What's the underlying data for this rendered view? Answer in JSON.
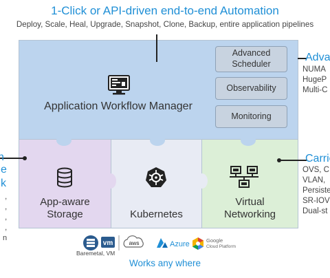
{
  "header": {
    "title": "1-Click or API-driven end-to-end Automation",
    "subtitle": "Deploy, Scale, Heal, Upgrade, Snapshot, Clone, Backup, entire application pipelines"
  },
  "workflow": {
    "label": "Application Workflow Manager",
    "buttons": {
      "advanced_scheduler": "Advanced Scheduler",
      "observability": "Observability",
      "monitoring": "Monitoring"
    }
  },
  "layers": {
    "storage": {
      "line1": "App-aware",
      "line2": "Storage"
    },
    "kubernetes": {
      "label": "Kubernetes"
    },
    "networking": {
      "line1": "Virtual",
      "line2": "Networking"
    }
  },
  "right_annotations": {
    "scheduler": {
      "title": "Adva",
      "lines": [
        "NUMA",
        "HugeP",
        "Multi-C"
      ]
    },
    "carrier": {
      "title": "Carrie",
      "lines": [
        "OVS, C",
        "VLAN,",
        "Persiste",
        "SR-IOV",
        "Dual-st"
      ]
    }
  },
  "left_annotations": {
    "titles": [
      "n",
      "e",
      "k"
    ],
    "lines": [
      ",",
      ",",
      ",",
      ",",
      "n"
    ]
  },
  "footer": {
    "baremetal_label": "Baremetal, VM",
    "vm_logo_text": "vm",
    "aws_logo_text": "aws",
    "azure_logo_text": "Azure",
    "gcp_logo_line1": "Google",
    "gcp_logo_line2": "Cloud Platform",
    "tagline": "Works any where"
  },
  "colors": {
    "accent": "#1f8fd6",
    "workflow_panel": "#bcd4ee",
    "storage_panel": "#e3d7ef",
    "kubernetes_panel": "#e8ebf4",
    "networking_panel": "#dcefd7",
    "side_button": "#c8d3e0"
  }
}
